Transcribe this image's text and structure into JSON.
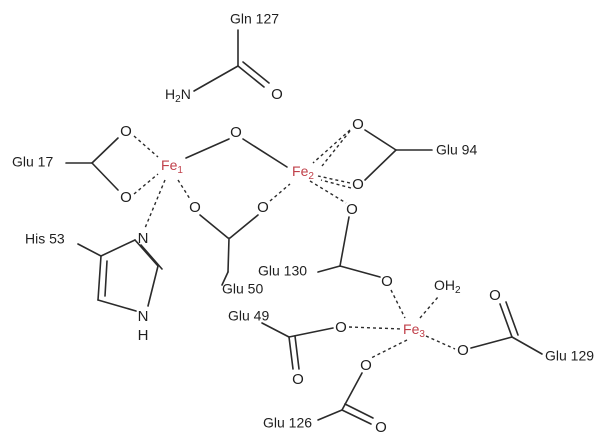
{
  "colors": {
    "bond": "#2b2b2b",
    "text": "#1f1f1f",
    "iron": "#c0404a"
  },
  "residues": {
    "gln127": "Gln 127",
    "glu17": "Glu 17",
    "his53": "His 53",
    "glu50": "Glu 50",
    "glu94": "Glu 94",
    "glu130": "Glu 130",
    "glu49": "Glu 49",
    "glu129": "Glu 129",
    "glu126": "Glu 126"
  },
  "atoms": {
    "oxygen": "O",
    "nitrogen": "N",
    "hydrogen": "H",
    "amine_h": "H",
    "amine_sub": "2",
    "amine_n": "N",
    "water_prefix": "OH",
    "water_sub": "2"
  },
  "iron": {
    "symbol": "Fe",
    "fe1_sub": "1",
    "fe2_sub": "2",
    "fe3_sub": "3"
  }
}
